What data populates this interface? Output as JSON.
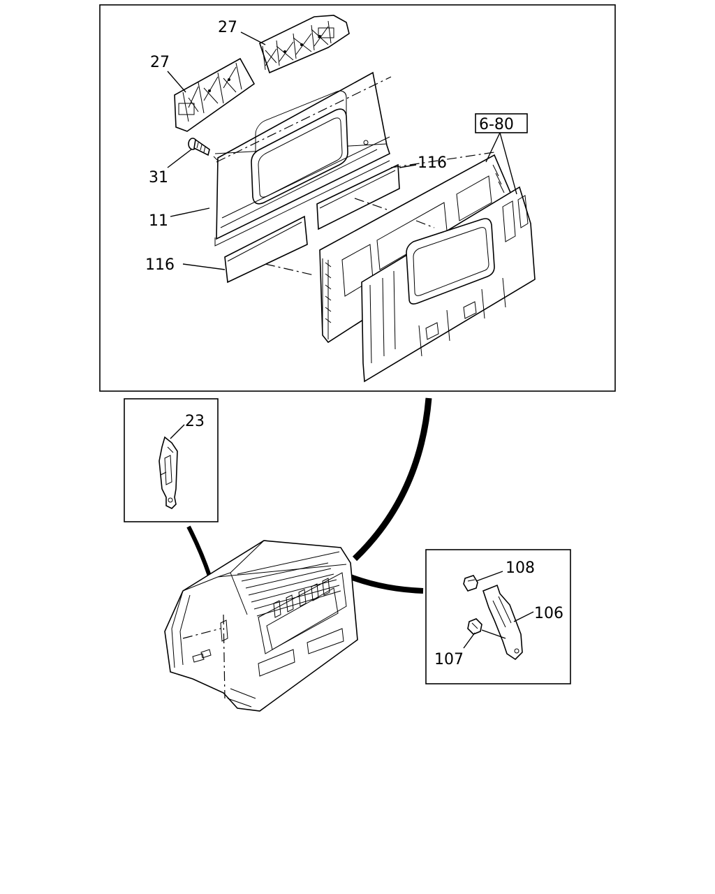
{
  "diagram": {
    "callouts": {
      "p27a": "27",
      "p27b": "27",
      "ref": "6-80",
      "p116a": "116",
      "p31": "31",
      "p11": "11",
      "p116b": "116",
      "p23": "23",
      "p108": "108",
      "p106": "106",
      "p107": "107"
    }
  }
}
